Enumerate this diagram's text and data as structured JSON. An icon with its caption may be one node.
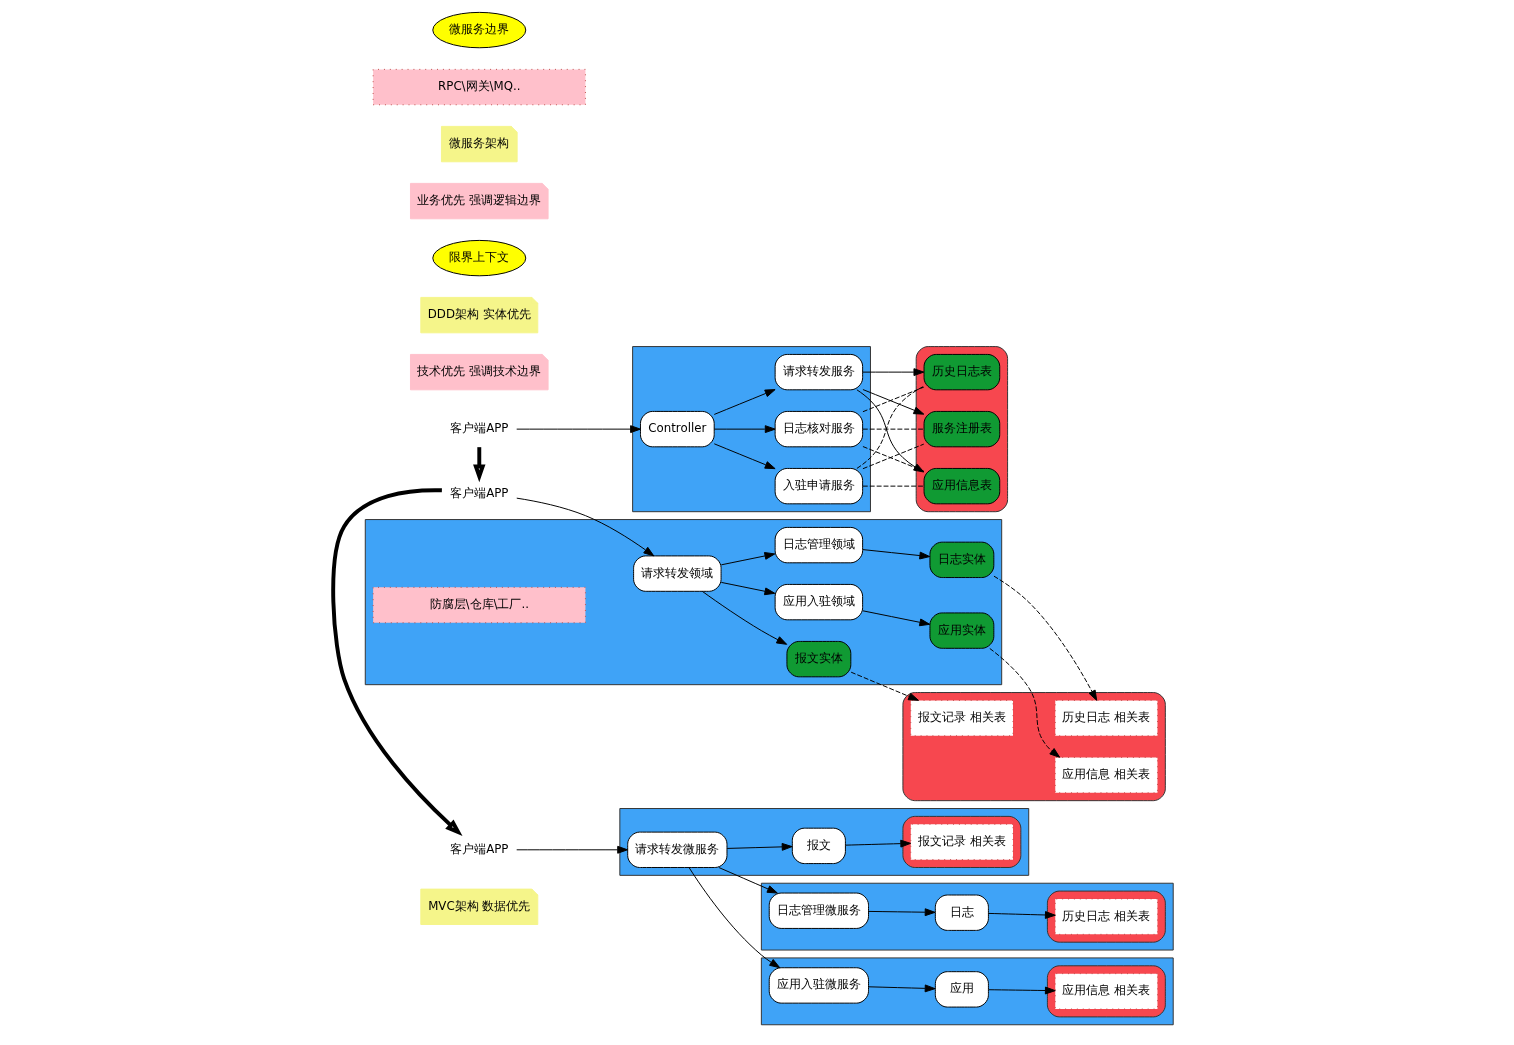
{
  "diagram": {
    "nodes": [
      {
        "text": [
          "MVC架构 数据优先"
        ]
      },
      {
        "text": [
          "客户端APP"
        ]
      },
      {
        "text": [],
        "shape": "box"
      },
      {
        "text": [
          "Controller"
        ],
        "in": 2
      },
      {
        "text": [
          "请求转发服务"
        ],
        "in": 2
      },
      {
        "text": [
          "入驻申请服务"
        ],
        "in": 2
      },
      {
        "text": [
          "日志核对服务"
        ],
        "in": 2
      },
      {
        "text": [],
        "shape": "cylinder"
      },
      {
        "text": [
          "应用信息表"
        ],
        "in": 7
      },
      {
        "text": [
          "历史日志表"
        ],
        "in": 7
      },
      {
        "text": [
          "服务注册表"
        ],
        "in": 7
      },
      {
        "text": [
          "技术优先 强调技术边界"
        ]
      },
      {
        "text": [
          "DDD架构 实体优先"
        ]
      },
      {
        "text": [
          "客户端APP"
        ]
      },
      {
        "text": [],
        "shape": "box"
      },
      {
        "text": [
          "请求转发领域"
        ],
        "in": 14
      },
      {
        "text": [
          "报文实体"
        ],
        "in": 14
      },
      {
        "text": [
          "防腐层\\仓库\\工厂.."
        ],
        "in": 14
      },
      {
        "text": [
          "日志管理领域"
        ],
        "in": 14
      },
      {
        "text": [
          "日志实体"
        ],
        "in": 14
      },
      {
        "text": [
          "应用入驻领域"
        ],
        "in": 14
      },
      {
        "text": [
          "应用实体"
        ],
        "in": 14
      },
      {
        "text": [],
        "shape": "cylinder"
      },
      {
        "text": [
          "报文记录 相关表"
        ],
        "in": 22
      },
      {
        "text": [
          "历史日志 相关表"
        ],
        "in": 22
      },
      {
        "text": [
          "应用信息 相关表"
        ],
        "in": 22
      },
      {
        "text": [
          "限界上下文"
        ]
      },
      {
        "text": [
          "业务优先 强调逻辑边界"
        ]
      },
      {
        "text": [
          "微服务架构"
        ]
      },
      {
        "text": [
          "客户端APP"
        ]
      },
      {
        "text": [],
        "shape": "box"
      },
      {
        "text": [
          "请求转发微服务"
        ],
        "in": 30
      },
      {
        "text": [
          "报文"
        ],
        "in": 30
      },
      {
        "text": [],
        "shape": "cylinder",
        "in": 30
      },
      {
        "text": [
          "报文记录 相关表"
        ],
        "in": 33
      },
      {
        "text": [
          "RPC\\网关\\MQ.."
        ]
      },
      {
        "text": [
          "微服务边界"
        ]
      },
      {
        "text": [],
        "shape": "box"
      },
      {
        "text": [
          "日志管理微服务"
        ],
        "in": 37
      },
      {
        "text": [
          "日志"
        ],
        "in": 37
      },
      {
        "text": [],
        "shape": "cylinder",
        "in": 37
      },
      {
        "text": [
          "历史日志 相关表"
        ],
        "in": 40
      },
      {
        "text": [],
        "shape": "box"
      },
      {
        "text": [
          "应用入驻微服务"
        ],
        "in": 42
      },
      {
        "text": [
          "应用"
        ],
        "in": 42
      },
      {
        "text": [],
        "shape": "cylinder",
        "in": 42
      },
      {
        "text": [
          "应用信息 相关表"
        ],
        "in": 45
      }
    ],
    "edges": [
      {
        "from": 1,
        "to": 3,
        "arrow": "to"
      },
      {
        "from": 3,
        "to": 4,
        "arrow": "to"
      },
      {
        "from": 3,
        "to": 5,
        "arrow": "to"
      },
      {
        "from": 3,
        "to": 6,
        "arrow": "to"
      },
      {
        "from": 4,
        "to": 8,
        "arrow": "to"
      },
      {
        "from": 4,
        "to": 9,
        "arrow": "to"
      },
      {
        "from": 4,
        "to": 10,
        "arrow": "to"
      },
      {
        "from": 5,
        "to": 8,
        "arrow": "none",
        "style": "dashed"
      },
      {
        "from": 5,
        "to": 9,
        "arrow": "none",
        "style": "dashed"
      },
      {
        "from": 5,
        "to": 10,
        "arrow": "none",
        "style": "dashed"
      },
      {
        "from": 6,
        "to": 8,
        "arrow": "none",
        "style": "dashed"
      },
      {
        "from": 6,
        "to": 9,
        "arrow": "none",
        "style": "dashed"
      },
      {
        "from": 6,
        "to": 10,
        "arrow": "none",
        "style": "dashed"
      },
      {
        "from": 1,
        "to": 13,
        "arrow": "to",
        "style": "thick"
      },
      {
        "from": 13,
        "to": 15,
        "arrow": "to"
      },
      {
        "from": 15,
        "to": 16,
        "arrow": "to"
      },
      {
        "from": 15,
        "to": 18,
        "arrow": "to"
      },
      {
        "from": 15,
        "to": 20,
        "arrow": "to"
      },
      {
        "from": 18,
        "to": 19,
        "arrow": "to"
      },
      {
        "from": 20,
        "to": 21,
        "arrow": "to"
      },
      {
        "from": 16,
        "to": 23,
        "arrow": "to",
        "style": "dashed"
      },
      {
        "from": 19,
        "to": 24,
        "arrow": "to",
        "style": "dashed"
      },
      {
        "from": 21,
        "to": 25,
        "arrow": "to",
        "style": "dashed"
      },
      {
        "from": 13,
        "to": 29,
        "arrow": "to",
        "style": "thick"
      },
      {
        "from": 29,
        "to": 31,
        "arrow": "to"
      },
      {
        "from": 31,
        "to": 32,
        "arrow": "to"
      },
      {
        "from": 32,
        "to": 34,
        "arrow": "to"
      },
      {
        "from": 31,
        "to": 38,
        "arrow": "to"
      },
      {
        "from": 31,
        "to": 43,
        "arrow": "to"
      },
      {
        "from": 38,
        "to": 39,
        "arrow": "to"
      },
      {
        "from": 39,
        "to": 41,
        "arrow": "to"
      },
      {
        "from": 43,
        "to": 44,
        "arrow": "to"
      },
      {
        "from": 44,
        "to": 46,
        "arrow": "to"
      }
    ]
  }
}
